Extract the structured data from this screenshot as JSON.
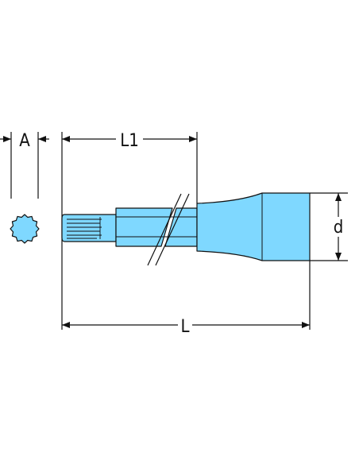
{
  "labels": {
    "a": "A",
    "l1": "L1",
    "l": "L",
    "d": "d"
  },
  "colors": {
    "fill": "#7fd8ff",
    "stroke": "#111111",
    "background": "#ffffff"
  }
}
